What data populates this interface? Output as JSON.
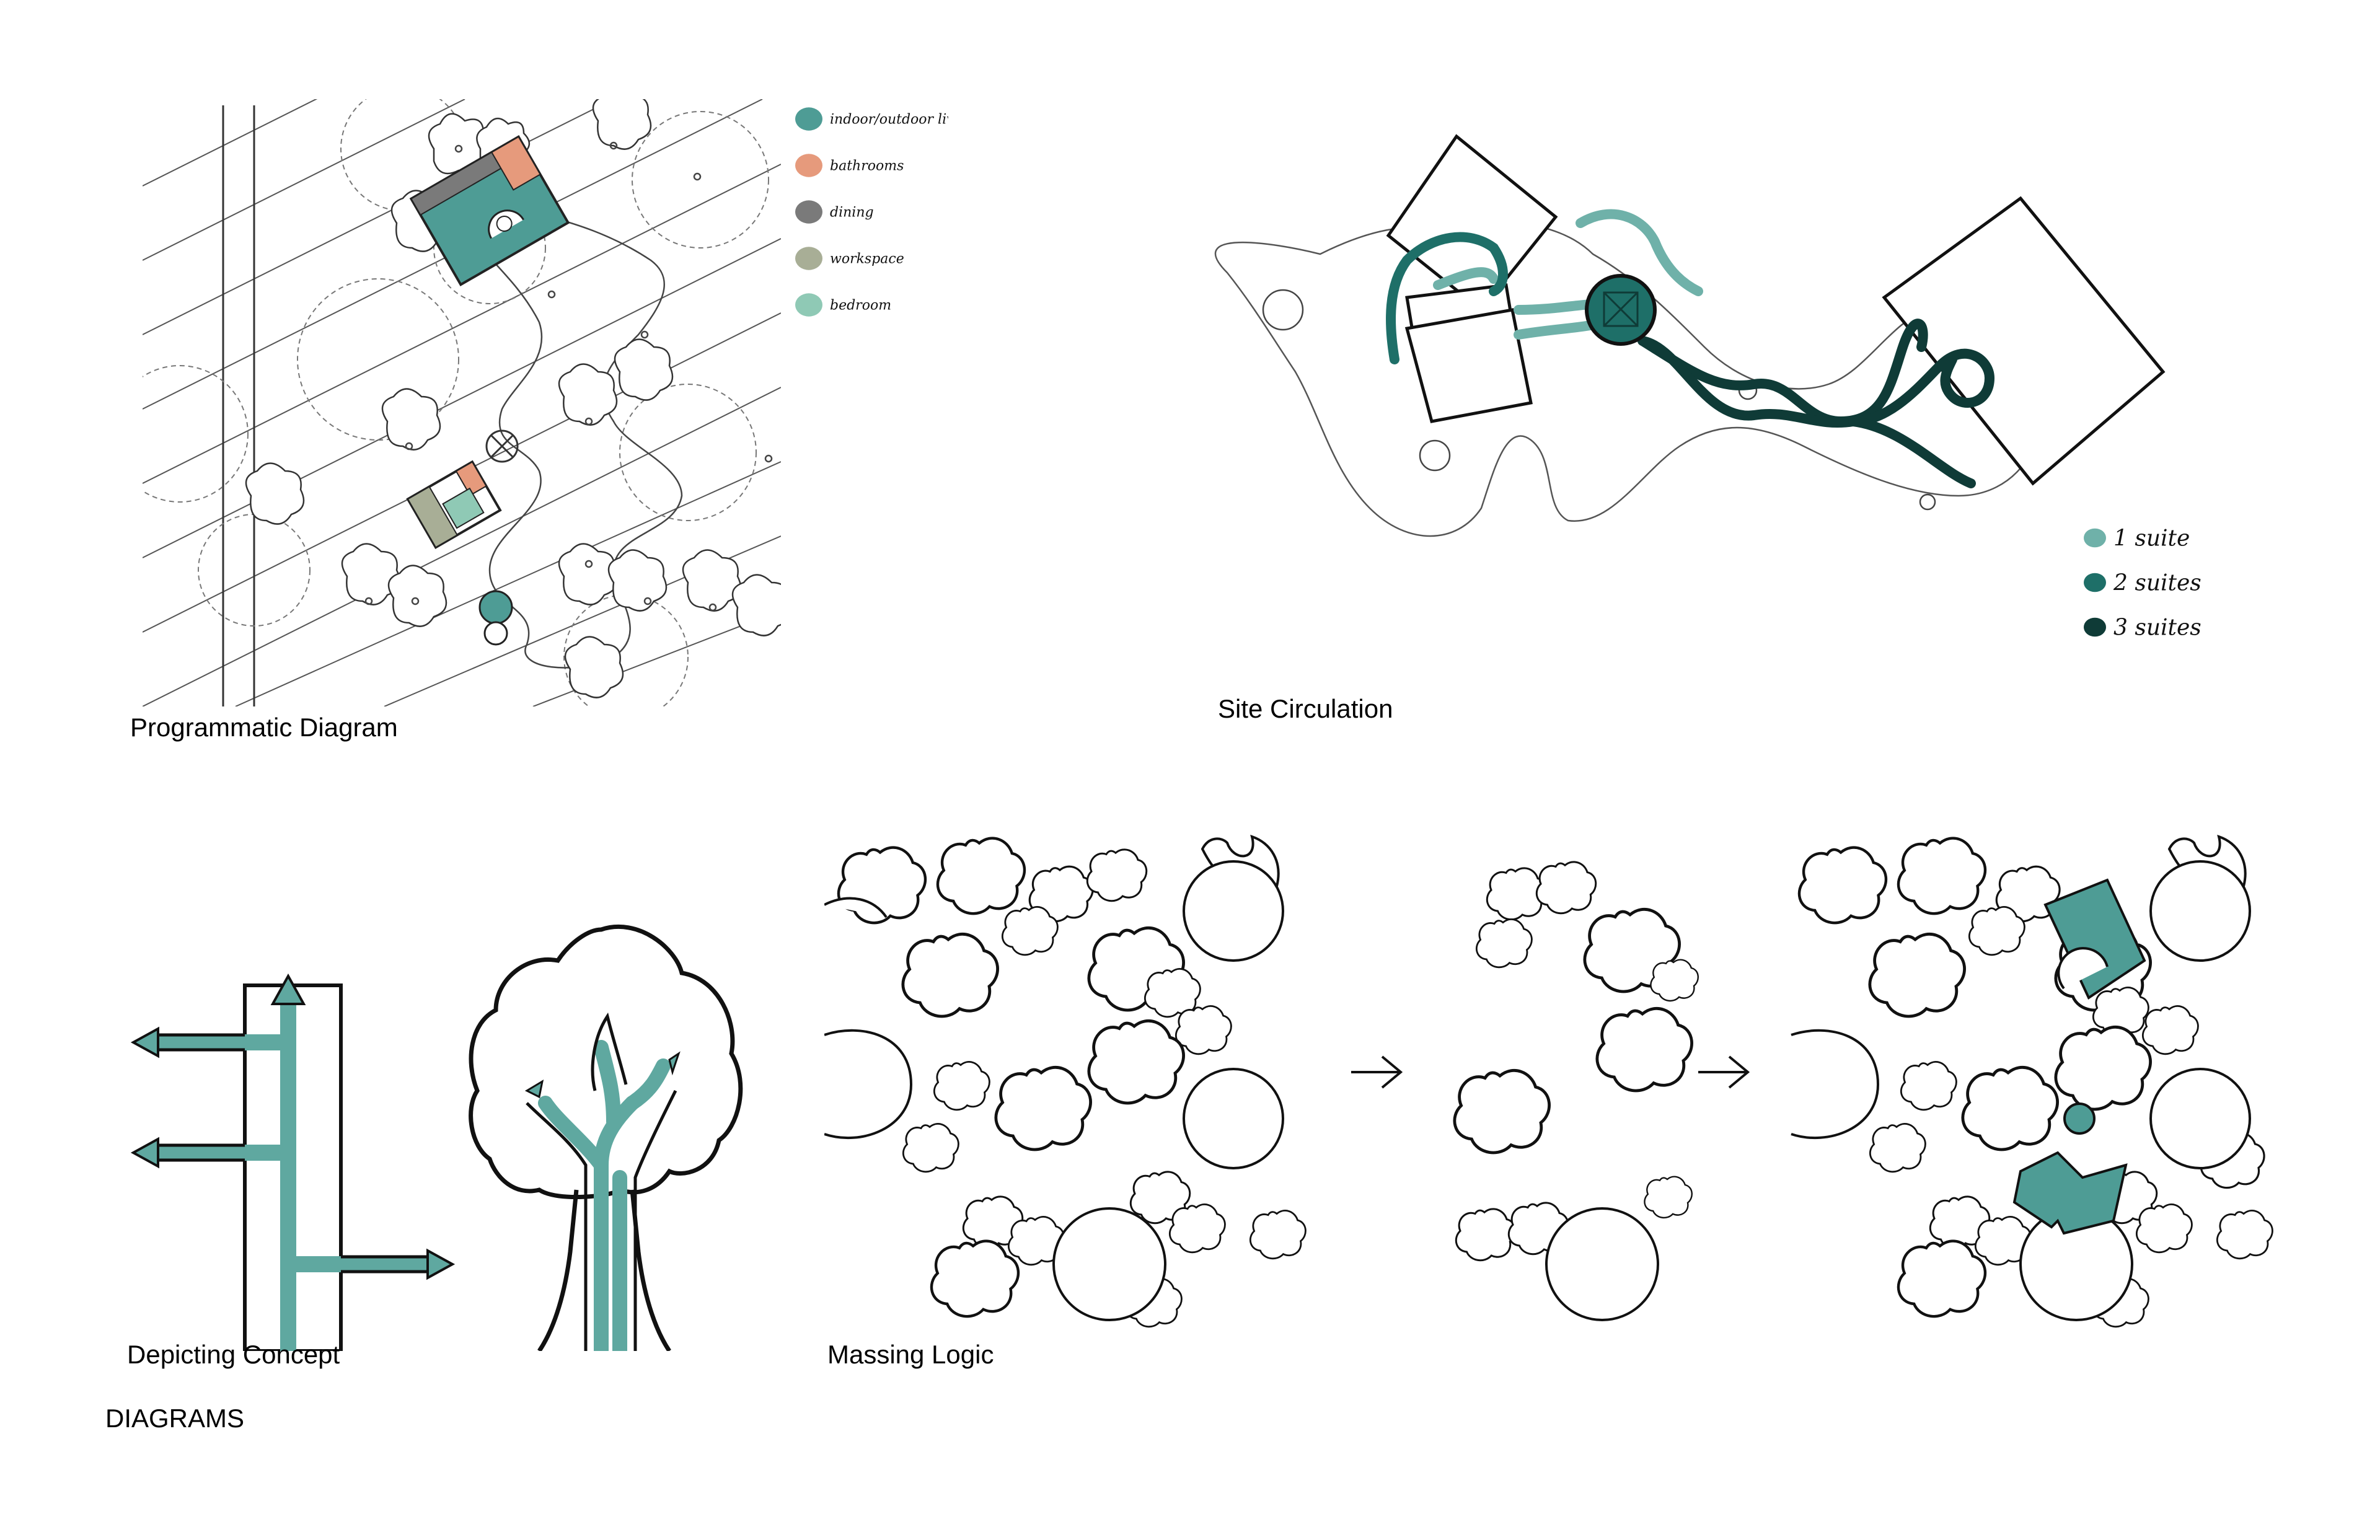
{
  "sheet": {
    "title": "DIAGRAMS"
  },
  "programmatic_diagram": {
    "caption": "Programmatic Diagram",
    "legend": [
      {
        "label": "indoor/outdoor living space",
        "color": "#4E9C95"
      },
      {
        "label": "bathrooms",
        "color": "#E69A7C"
      },
      {
        "label": "dining",
        "color": "#7A7A7A"
      },
      {
        "label": "workspace",
        "color": "#A8AE96"
      },
      {
        "label": "bedroom",
        "color": "#8FC9B5"
      }
    ]
  },
  "site_circulation": {
    "caption": "Site Circulation",
    "legend": [
      {
        "label": "1 suite",
        "color": "#6FB1A9"
      },
      {
        "label": "2 suites",
        "color": "#1E6F68"
      },
      {
        "label": "3 suites",
        "color": "#0F3B37"
      }
    ]
  },
  "depicting_concept": {
    "caption": "Depicting Concept",
    "accent": "#5FA8A0"
  },
  "massing_logic": {
    "caption": "Massing Logic",
    "arrow_icon": "right-arrow-icon",
    "accent": "#4E9C95"
  }
}
